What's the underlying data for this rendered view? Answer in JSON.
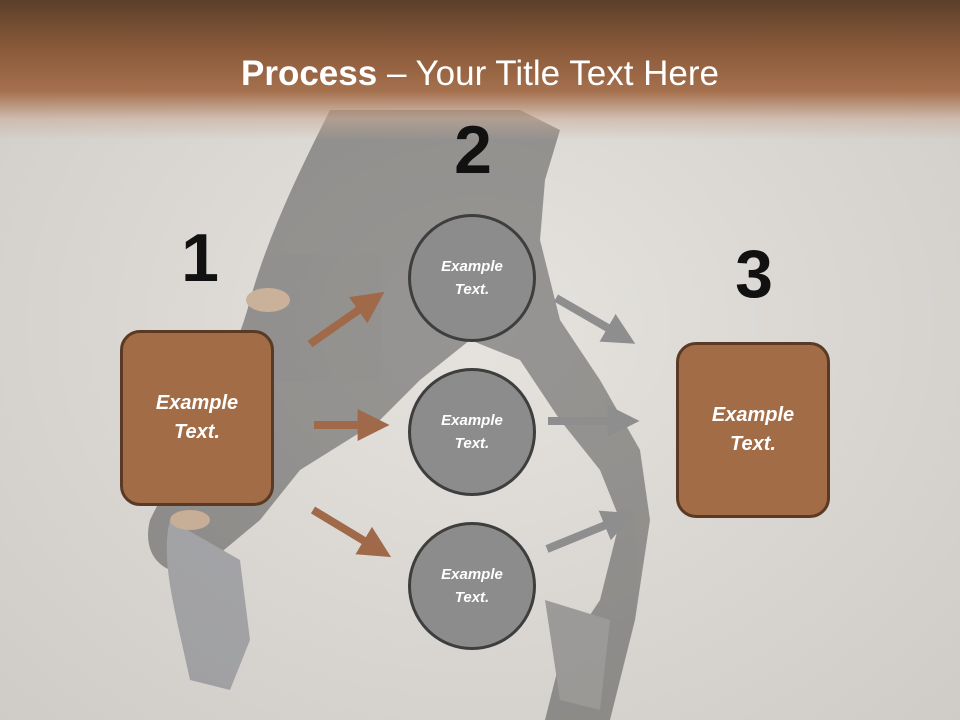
{
  "title": {
    "bold": "Process",
    "rest": " – Your Title Text Here"
  },
  "numbers": {
    "one": "1",
    "two": "2",
    "three": "3"
  },
  "boxes": {
    "left": "Example Text.",
    "right": "Example Text."
  },
  "circles": {
    "top": "Example Text.",
    "middle": "Example Text.",
    "bottom": "Example Text."
  },
  "colors": {
    "header_brown": "#8a5a3a",
    "box_fill": "#a26c47",
    "box_border": "#5a3a24",
    "circle_fill": "#8c8c8c",
    "circle_border": "#3e3e3e",
    "arrow_brown": "#a0694a",
    "arrow_gray": "#8e8e8e"
  }
}
